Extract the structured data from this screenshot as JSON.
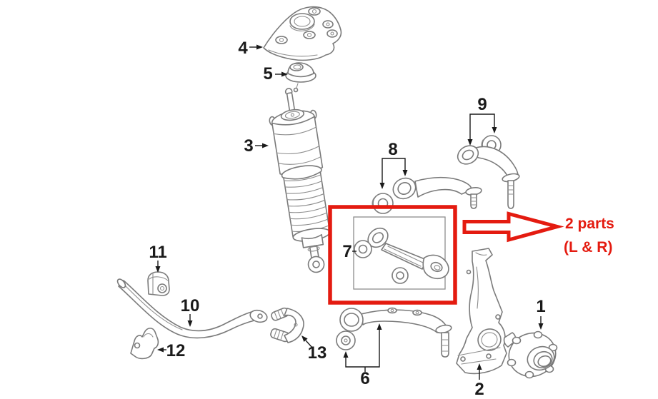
{
  "diagram": {
    "kind": "exploded-parts-diagram",
    "subject": "front suspension components",
    "background": "#ffffff"
  },
  "callouts": [
    {
      "label": "1"
    },
    {
      "label": "2"
    },
    {
      "label": "3"
    },
    {
      "label": "4"
    },
    {
      "label": "5"
    },
    {
      "label": "6"
    },
    {
      "label": "7"
    },
    {
      "label": "8"
    },
    {
      "label": "9"
    },
    {
      "label": "10"
    },
    {
      "label": "11"
    },
    {
      "label": "12"
    },
    {
      "label": "13"
    }
  ],
  "annotation": {
    "line1": "2 parts",
    "line2": "(L & R)",
    "highlighted_part": "7"
  },
  "colors": {
    "highlight_red": "#e41b10",
    "line_art_gray": "#7a7a7a",
    "label_black": "#1a1a1a",
    "inner_box_gray": "#8d8d8d"
  }
}
